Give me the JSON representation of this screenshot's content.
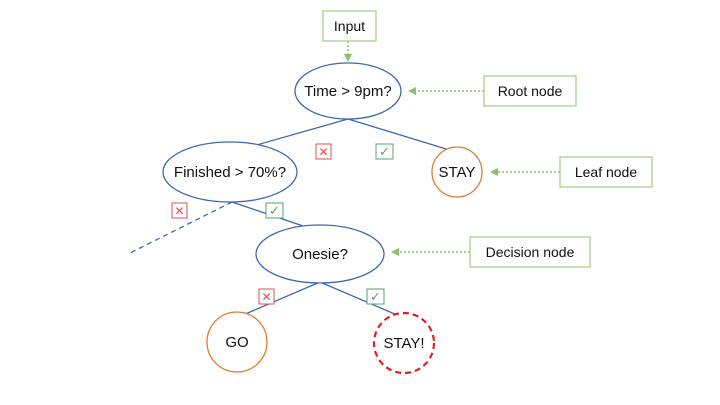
{
  "diagram": {
    "nodes": {
      "root": "Time > 9pm?",
      "finished": "Finished > 70%?",
      "onesie": "Onesie?",
      "stay_leaf": "STAY",
      "go_leaf": "GO",
      "stay_final": "STAY!"
    },
    "callouts": {
      "input": "Input",
      "root_node": "Root node",
      "leaf_node": "Leaf node",
      "decision_node": "Decision node"
    },
    "branch_marks": {
      "no_symbol": "✕",
      "yes_symbol": "✓"
    },
    "colors": {
      "decision_stroke": "#3f67b1",
      "leaf_stroke": "#e07b2e",
      "final_stroke": "#e02020",
      "callout_stroke": "#a9d18e",
      "arrow": "#8cbf6a",
      "no_mark": "#d9534f",
      "yes_mark": "#52a36b"
    }
  }
}
